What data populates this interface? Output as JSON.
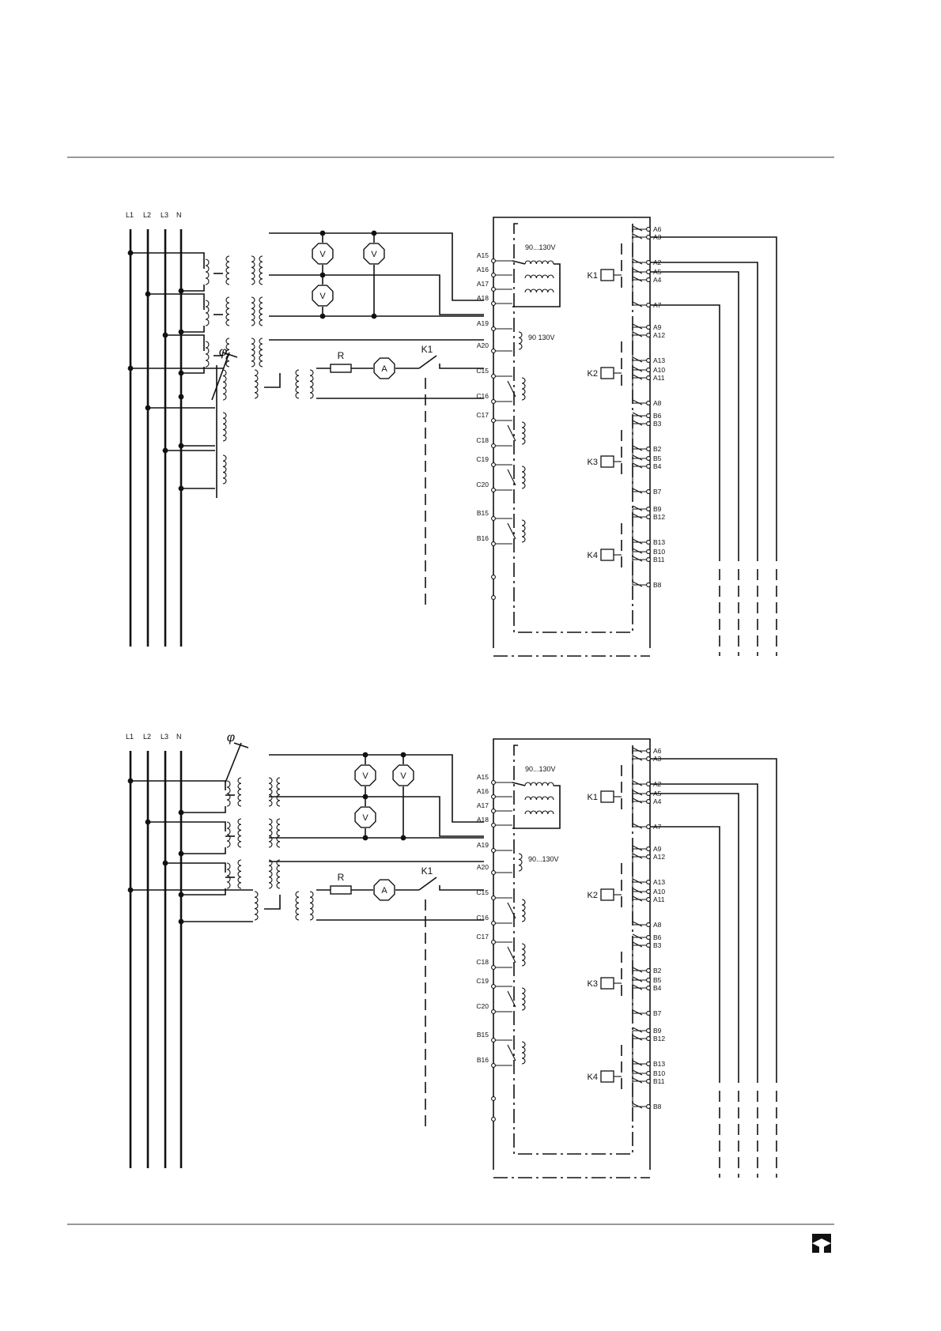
{
  "bus_labels": [
    "L1",
    "L2",
    "L3",
    "N"
  ],
  "meters": {
    "voltmeter": "V",
    "ammeter": "A"
  },
  "labels": {
    "resistor": "R",
    "switch": "K1",
    "phase_shift": "φ"
  },
  "voltage_ranges": {
    "range_a": "90...130V",
    "range_b_top": "90  130V",
    "range_b_bottom": "90...130V"
  },
  "input_terminals": {
    "voltage": [
      "A15",
      "A16",
      "A17",
      "A18"
    ],
    "aux_voltage": [
      "A19",
      "A20"
    ],
    "current": [
      "C15",
      "C16",
      "C17",
      "C18",
      "C19",
      "C20",
      "B15",
      "B16"
    ]
  },
  "relays": [
    "K1",
    "K2",
    "K3",
    "K4"
  ],
  "output_terminals": {
    "K1": [
      "A6",
      "A3",
      "A2",
      "A5",
      "A4",
      "A7"
    ],
    "K2": [
      "A9",
      "A12",
      "A13",
      "A10",
      "A11",
      "A8"
    ],
    "K3": [
      "B6",
      "B3",
      "B2",
      "B5",
      "B4",
      "B7"
    ],
    "K4": [
      "B9",
      "B12",
      "B13",
      "B10",
      "B11",
      "B8"
    ]
  },
  "logo": {
    "name": "manufacturer-logo-icon"
  },
  "colors": {
    "ink": "#111111",
    "paper": "#ffffff"
  }
}
